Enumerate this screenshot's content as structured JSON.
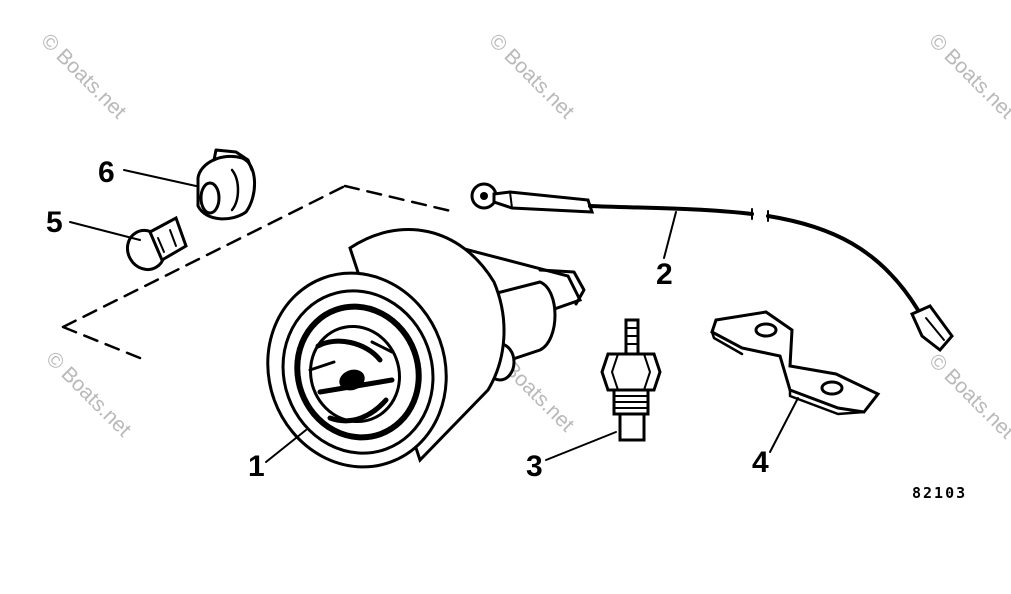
{
  "watermark": "© Boats.net",
  "reference_number": "82103",
  "callouts": [
    {
      "id": "1",
      "label": "1"
    },
    {
      "id": "2",
      "label": "2"
    },
    {
      "id": "3",
      "label": "3"
    },
    {
      "id": "4",
      "label": "4"
    },
    {
      "id": "5",
      "label": "5"
    },
    {
      "id": "6",
      "label": "6"
    }
  ],
  "parts_icons": [
    "gauge",
    "wire-lead",
    "sender-plug",
    "mounting-bracket",
    "bulb",
    "bulb-socket"
  ]
}
